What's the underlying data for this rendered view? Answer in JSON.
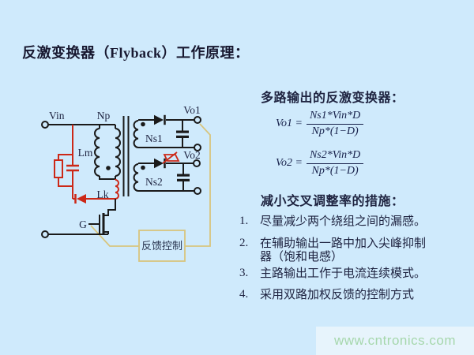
{
  "colors": {
    "background": "#cfeafc",
    "wire": "#1a1a1a",
    "accent_red": "#cc2817",
    "feedback_tan": "#d8c57e",
    "text": "#1e2340",
    "formula": "#16204a",
    "watermark_bg": "#e7f4fc",
    "watermark_text": "#a6d7ac",
    "title": "#181830"
  },
  "slide": {
    "title": "反激变换器（Flyback）工作原理："
  },
  "panel": {
    "multi_output_heading": "多路输出的反激变换器：",
    "formulas": [
      {
        "lhs": "Vo1 =",
        "num": "Ns1*Vin*D",
        "den": "Np*(1−D)"
      },
      {
        "lhs": "Vo2 =",
        "num": "Ns2*Vin*D",
        "den": "Np*(1−D)"
      }
    ],
    "measures_heading": "减小交叉调整率的措施：",
    "measures": [
      {
        "num": "1.",
        "text": "尽量减少两个绕组之间的漏感。"
      },
      {
        "num": "2.",
        "text": "在辅助输出一路中加入尖峰抑制器（饱和电感）"
      },
      {
        "num": "3.",
        "text": "主路输出工作于电流连续模式。"
      },
      {
        "num": "4.",
        "text": "采用双路加权反馈的控制方式"
      }
    ]
  },
  "circuit": {
    "labels": {
      "vin": "Vin",
      "np": "Np",
      "lm": "Lm",
      "lk": "Lk",
      "gate": "G",
      "ns1": "Ns1",
      "ns2": "Ns2",
      "vo1": "Vo1",
      "vo2": "Vo2",
      "feedback": "反馈控制"
    }
  },
  "watermark": {
    "text": "www.cntronics.com"
  }
}
